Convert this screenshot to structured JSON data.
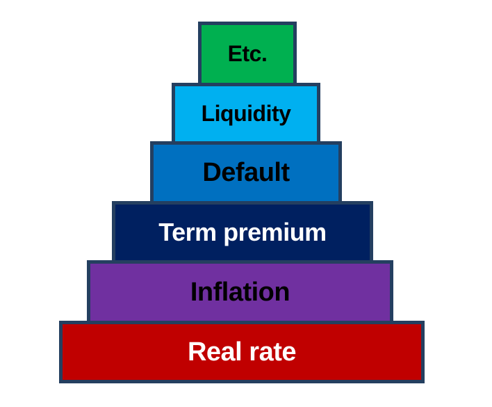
{
  "pyramid": {
    "layers": [
      {
        "label": "Etc.",
        "color": "#00b050"
      },
      {
        "label": "Liquidity",
        "color": "#00b0f0"
      },
      {
        "label": "Default",
        "color": "#0070c0"
      },
      {
        "label": "Term premium",
        "color": "#002060"
      },
      {
        "label": "Inflation",
        "color": "#7030a0"
      },
      {
        "label": "Real rate",
        "color": "#c00000"
      }
    ],
    "border_color": "#243f60"
  }
}
